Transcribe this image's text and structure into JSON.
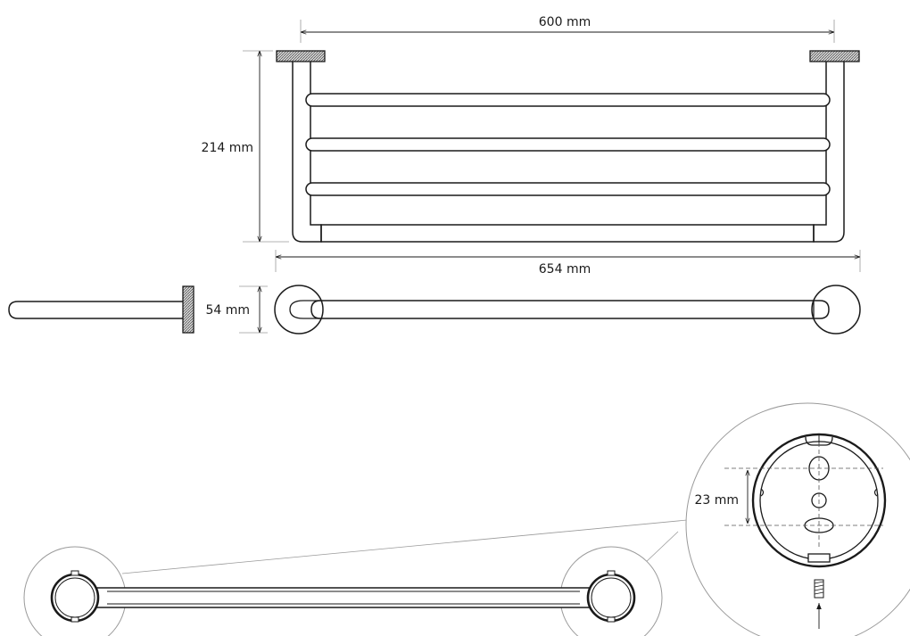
{
  "dimensions": {
    "bar_length": "600 mm",
    "height": "214 mm",
    "total_width": "654 mm",
    "depth": "54 mm",
    "hole_spacing": "23 mm"
  },
  "colors": {
    "line": "#1a1a1a",
    "hatch": "#6a6a6a",
    "light": "#9a9a9a",
    "background": "#ffffff"
  }
}
